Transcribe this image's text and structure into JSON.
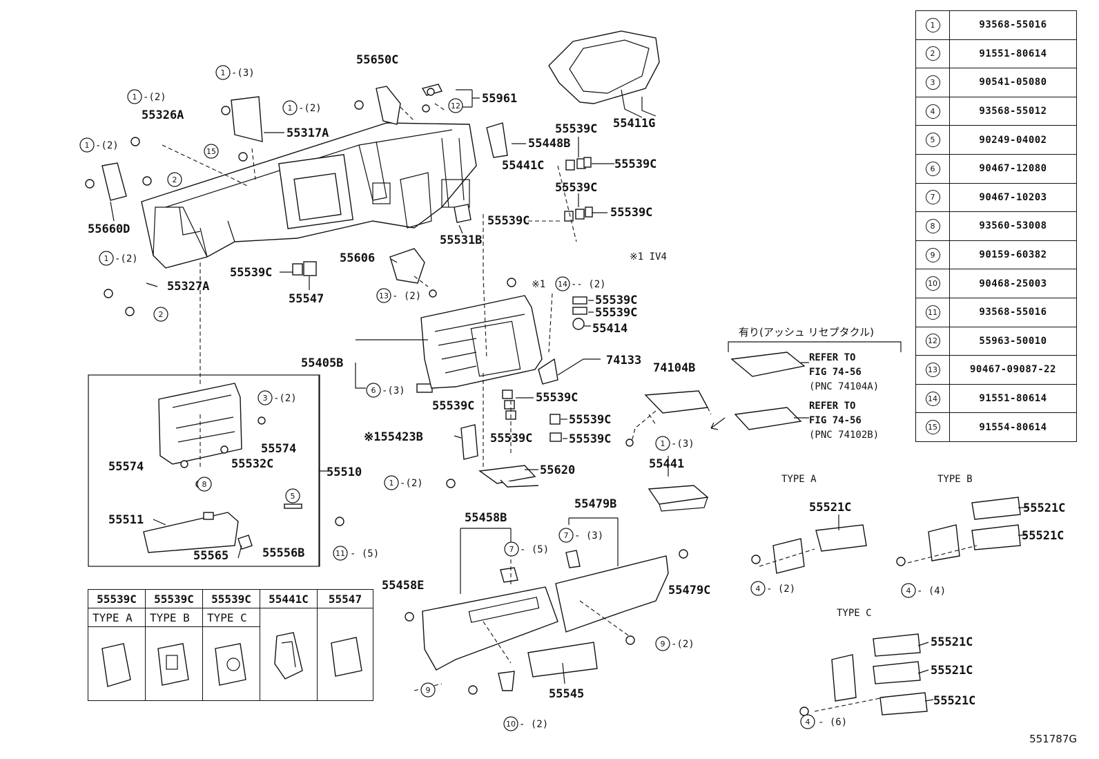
{
  "reference_table": [
    {
      "key": "1",
      "part": "93568-55016"
    },
    {
      "key": "2",
      "part": "91551-80614"
    },
    {
      "key": "3",
      "part": "90541-05080"
    },
    {
      "key": "4",
      "part": "93568-55012"
    },
    {
      "key": "5",
      "part": "90249-04002"
    },
    {
      "key": "6",
      "part": "90467-12080"
    },
    {
      "key": "7",
      "part": "90467-10203"
    },
    {
      "key": "8",
      "part": "93560-53008"
    },
    {
      "key": "9",
      "part": "90159-60382"
    },
    {
      "key": "10",
      "part": "90468-25003"
    },
    {
      "key": "11",
      "part": "93568-55016"
    },
    {
      "key": "12",
      "part": "55963-50010"
    },
    {
      "key": "13",
      "part": "90467-09087-22"
    },
    {
      "key": "14",
      "part": "91551-80614"
    },
    {
      "key": "15",
      "part": "91554-80614"
    }
  ],
  "type_table": {
    "headers": [
      "55539C",
      "55539C",
      "55539C",
      "55441C",
      "55547"
    ],
    "types": [
      "TYPE A",
      "TYPE B",
      "TYPE C",
      "",
      ""
    ]
  },
  "labels": {
    "p55650C": "55650C",
    "p55961": "55961",
    "p55411G": "55411G",
    "p55326A": "55326A",
    "p55317A": "55317A",
    "p55448B": "55448B",
    "p55539C_a": "55539C",
    "p55441C": "55441C",
    "p55539C_b": "55539C",
    "p55539C_c": "55539C",
    "p55539C_d": "55539C",
    "p55539C_e": "55539C",
    "p55660D": "55660D",
    "p55531B": "55531B",
    "p55606": "55606",
    "note_iv4": "※1 IV4",
    "p55539C_f": "55539C",
    "p55547": "55547",
    "p55327A": "55327A",
    "p55539C_g": "55539C",
    "p55539C_h": "55539C",
    "p55414": "55414",
    "p55405B": "55405B",
    "p74133": "74133",
    "p74104B": "74104B",
    "p55539C_i": "55539C",
    "p55539C_j": "55539C",
    "p55539C_k": "55539C",
    "p55539C_l": "55539C",
    "p55539C_m": "55539C",
    "p55423B": "※155423B",
    "p55574_a": "55574",
    "p55574_b": "55574",
    "p55532C": "55532C",
    "p55510": "55510",
    "p55620": "55620",
    "p55441": "55441",
    "p55511": "55511",
    "p55565": "55565",
    "p55556B": "55556B",
    "p55458B": "55458B",
    "p55479B": "55479B",
    "p55458E": "55458E",
    "p55479C": "55479C",
    "p55545": "55545",
    "typeA": "TYPE A",
    "typeB": "TYPE B",
    "typeC": "TYPE C",
    "p55521C_a": "55521C",
    "p55521C_b": "55521C",
    "p55521C_c": "55521C",
    "p55521C_d": "55521C",
    "p55521C_e": "55521C",
    "p55521C_f": "55521C",
    "jp_note": "有り(アッシュ リセプタクル)",
    "refer1_a": "REFER TO",
    "refer1_b": "FIG 74-56",
    "refer1_c": "(PNC 74104A)",
    "refer2_a": "REFER TO",
    "refer2_b": "FIG 74-56",
    "refer2_c": "(PNC 74102B)",
    "star1": "※1",
    "qty_1_2a": "-(2)",
    "qty_1_3a": "-(3)",
    "qty_1_2b": "-(2)",
    "qty_1_2c": "-(2)",
    "qty_1_2d": "-(2)",
    "qty_13_2": "- (2)",
    "qty_14_2": "-- (2)",
    "qty_6_3": "-(3)",
    "qty_3_2": "-(2)",
    "qty_1_3b": "-(3)",
    "qty_1_2e": "-(2)",
    "qty_11_5": "- (5)",
    "qty_7_5": "- (5)",
    "qty_7_3": "- (3)",
    "qty_9_2": "-(2)",
    "qty_10_2": "- (2)",
    "qty_4_2": "- (2)",
    "qty_4_4": "- (4)",
    "qty_4_6": "- (6)"
  },
  "footer": "551787G"
}
